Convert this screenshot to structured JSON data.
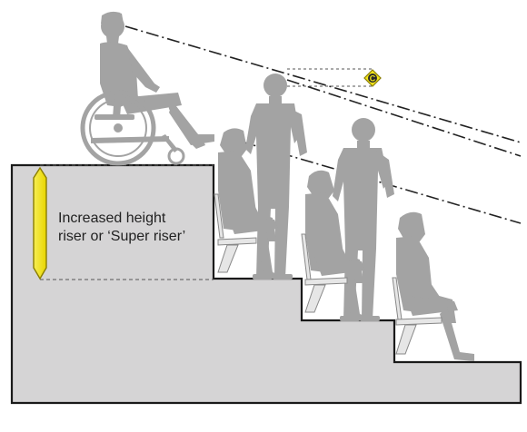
{
  "annotation": {
    "lines": [
      "Increased height",
      "riser or ‘Super riser’"
    ]
  },
  "focal_point": {
    "symbol": "C"
  },
  "colors": {
    "stand": "#d5d4d5",
    "stand_outline": "#1a1a1a",
    "person": "#a3a3a3",
    "marker": "#f3e51b",
    "marker_outline": "#8a7d00",
    "sightline": "#222222",
    "guide": "#555555"
  },
  "icons": [
    "wheelchair-user-icon",
    "standing-person-icon",
    "seated-spectator-icon",
    "stadium-seat-icon",
    "focal-point-c-icon",
    "height-marker-icon"
  ]
}
